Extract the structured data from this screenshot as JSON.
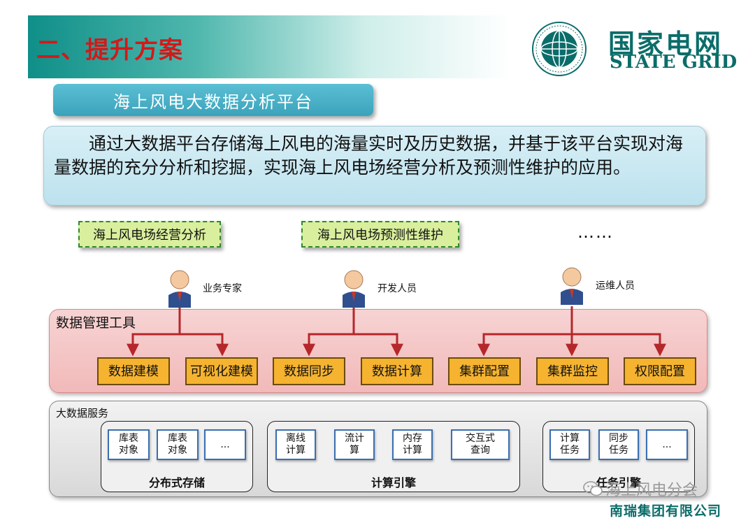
{
  "header": {
    "title": "二、提升方案",
    "logo_cn": "国家电网",
    "logo_en": "STATE GRID"
  },
  "subtitle": "海上风电大数据分析平台",
  "description": "通过大数据平台存储海上风电的海量实时及历史数据，并基于该平台实现对海量数据的充分分析和挖掘，实现海上风电场经营分析及预测性维护的应用。",
  "applications": [
    "海上风电场经营分析",
    "海上风电场预测性维护"
  ],
  "more": "……",
  "roles": [
    "业务专家",
    "开发人员",
    "运维人员"
  ],
  "mgmt": {
    "title": "数据管理工具",
    "tools": [
      "数据建模",
      "可视化建模",
      "数据同步",
      "数据计算",
      "集群配置",
      "集群监控",
      "权限配置"
    ]
  },
  "services": {
    "title": "大数据服务",
    "groups": [
      {
        "label": "分布式存储",
        "items": [
          "库表\n对象",
          "库表\n对象",
          "..."
        ]
      },
      {
        "label": "计算引擎",
        "items": [
          "离线\n计算",
          "流计\n算",
          "内存\n计算",
          "交互式\n查询"
        ]
      },
      {
        "label": "任务引擎",
        "items": [
          "计算\n任务",
          "同步\n任务",
          "..."
        ]
      }
    ]
  },
  "watermark": "海上风电分会",
  "company": "南瑞集团有限公司",
  "colors": {
    "title_red": "#d21919",
    "brand_teal": "#0b6d6a",
    "tool_orange": "#f5b330",
    "app_green": "#d9ef9d",
    "arrow_red": "#b5272b",
    "item_border_blue": "#3a6fb0"
  }
}
